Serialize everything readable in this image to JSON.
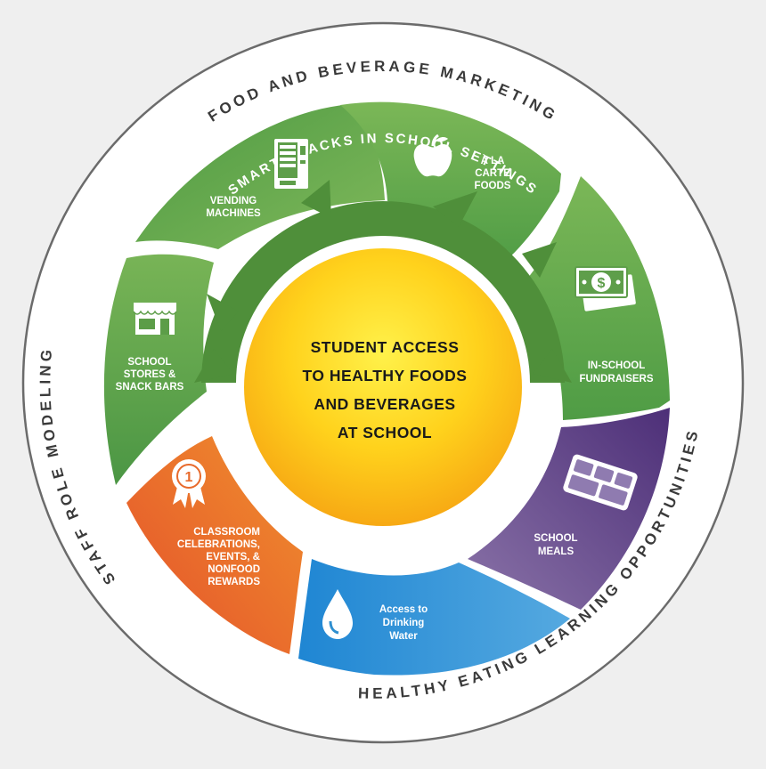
{
  "outer_ring": {
    "top": "FOOD AND BEVERAGE MARKETING",
    "left": "STAFF ROLE MODELING",
    "bottom_right": "HEALTHY EATING LEARNING OPPORTUNITIES"
  },
  "band_title": "SMART SNACKS IN SCHOOL SETTINGS",
  "center": {
    "lines": [
      "STUDENT ACCESS",
      "TO HEALTHY FOODS",
      "AND BEVERAGES",
      "AT SCHOOL"
    ]
  },
  "segments": {
    "vending": {
      "lines": [
        "VENDING",
        "MACHINES"
      ],
      "icon": "vending-machine-icon",
      "color": "#5e9e4a"
    },
    "alacarte": {
      "lines": [
        "À LA",
        "CARTE",
        "FOODS"
      ],
      "icon": "apple-icon",
      "color": "#62a64c"
    },
    "fundraisers": {
      "lines": [
        "IN-SCHOOL",
        "FUNDRAISERS"
      ],
      "icon": "money-icon",
      "color": "#6bab4e"
    },
    "meals": {
      "lines": [
        "SCHOOL",
        "MEALS"
      ],
      "icon": "lunch-tray-icon",
      "color": "#6b4d8e"
    },
    "water": {
      "lines": [
        "Access to",
        "Drinking",
        "Water"
      ],
      "icon": "water-drop-icon",
      "color": "#2f8fd0"
    },
    "celebrations": {
      "lines": [
        "CLASSROOM",
        "CELEBRATIONS,",
        "EVENTS, &",
        "NONFOOD",
        "REWARDS"
      ],
      "icon": "award-ribbon-icon",
      "color": "#e86a2c"
    },
    "stores": {
      "lines": [
        "SCHOOL",
        "STORES &",
        "SNACK BARS"
      ],
      "icon": "store-icon",
      "color": "#5c9d48"
    }
  }
}
